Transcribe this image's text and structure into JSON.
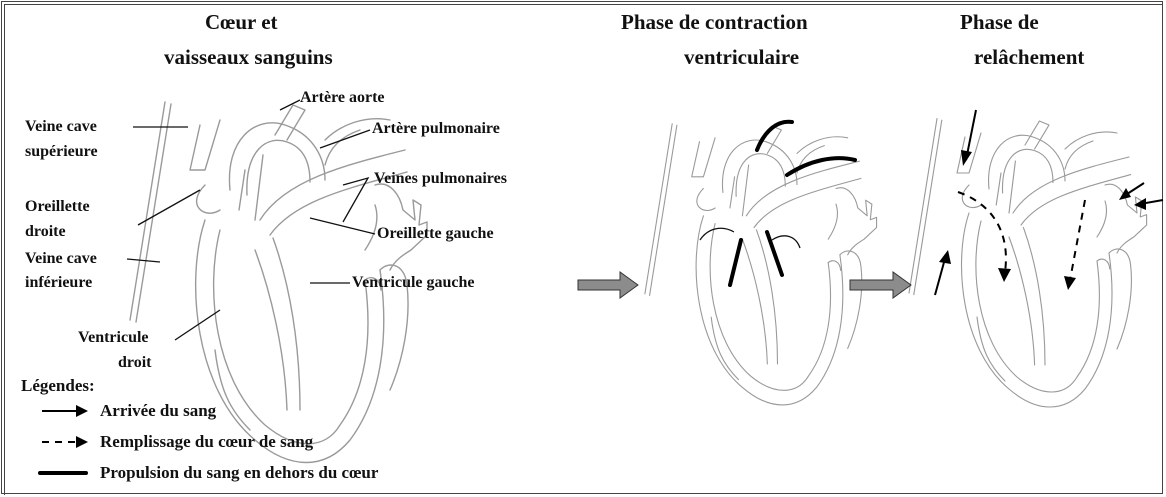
{
  "titles": {
    "left_line1": "Cœur et",
    "left_line2": "vaisseaux sanguins",
    "middle_line1": "Phase de contraction",
    "middle_line2": "ventriculaire",
    "right_line1": "Phase de",
    "right_line2": "relâchement"
  },
  "labels": {
    "arteryAorta": "Artère aorte",
    "arteryPulmonary": "Artère pulmonaire",
    "svcLine1": "Veine cave",
    "svcLine2": "supérieure",
    "pulmonaryVeins": "Veines pulmonaires",
    "rightAtriumLine1": "Oreillette",
    "rightAtriumLine2": "droite",
    "leftAtrium": "Oreillette gauche",
    "ivcLine1": "Veine cave",
    "ivcLine2": "inférieure",
    "leftVentricle": "Ventricule gauche",
    "rightVentricleLine1": "Ventricule",
    "rightVentricleLine2": "droit"
  },
  "legend": {
    "title": "Légendes:",
    "items": [
      {
        "symbol": "solid-arrow",
        "text": "Arrivée du sang"
      },
      {
        "symbol": "dashed-arrow",
        "text": "Remplissage du cœur de sang"
      },
      {
        "symbol": "thick-line",
        "text": "Propulsion du sang en dehors du cœur"
      }
    ]
  }
}
